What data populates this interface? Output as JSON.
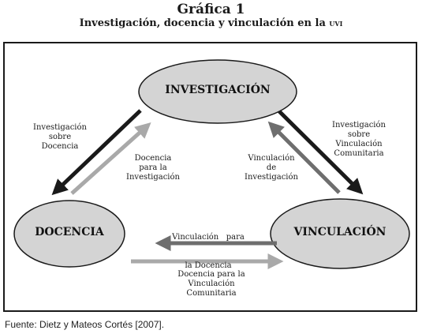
{
  "title": "Gráfica 1",
  "subtitle_main": "Investigación, docencia y vinculación en la ",
  "subtitle_sc": "uvi",
  "nodes": {
    "investigacion": "INVESTIGACIÓN",
    "docencia": "DOCENCIA",
    "vinculacion": "VINCULACIÓN"
  },
  "arrows": {
    "inv_to_doc": [
      "Investigación",
      "sobre",
      "Docencia"
    ],
    "doc_to_inv": [
      "Docencia",
      "para la",
      "Investigación"
    ],
    "vin_to_inv": [
      "Vinculación",
      "de",
      "Investigación"
    ],
    "inv_to_vin": [
      "Investigación",
      "sobre",
      "Vinculación",
      "Comunitaria"
    ],
    "vin_to_doc": [
      "Vinculación   para",
      "la Docencia"
    ],
    "doc_to_vin": [
      "Docencia para la",
      "Vinculación",
      "Comunitaria"
    ]
  },
  "colors": {
    "node_fill": "#d4d4d4",
    "arrow_dark": "#1a1a1a",
    "arrow_mid": "#6e6e6e",
    "arrow_light": "#a9a9a9"
  },
  "source": "Fuente: Dietz y Mateos Cortés [2007]."
}
